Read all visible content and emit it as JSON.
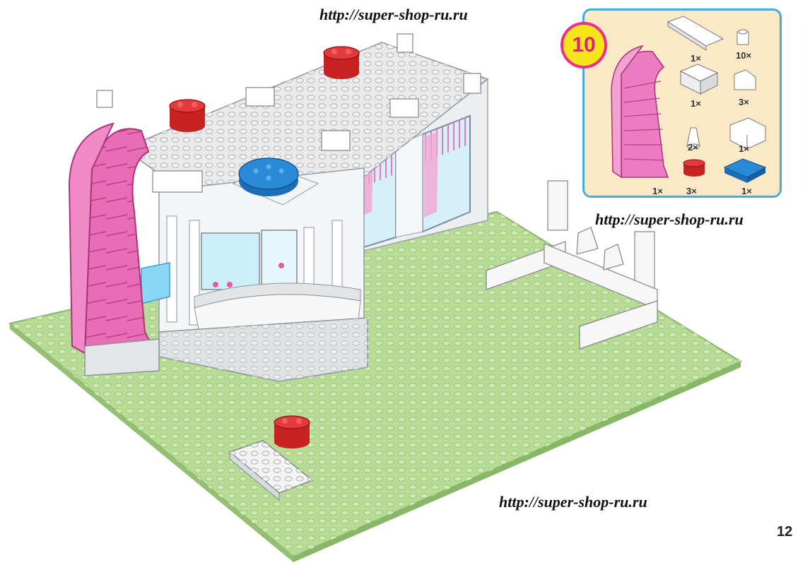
{
  "watermarks": {
    "top": "http://super-shop-ru.ru",
    "middle": "http://super-shop-ru.ru",
    "bottom": "http://super-shop-ru.ru"
  },
  "page_number": "12",
  "parts_panel": {
    "step_number": "10",
    "parts": [
      {
        "name": "white-plate-2x6",
        "quantity": "1×"
      },
      {
        "name": "white-brick-1x1",
        "quantity": "10×"
      },
      {
        "name": "white-brick-1x2",
        "quantity": "1×"
      },
      {
        "name": "white-slope-1x1",
        "quantity": "3×"
      },
      {
        "name": "white-cone-1x1",
        "quantity": "2×"
      },
      {
        "name": "white-corner-brick",
        "quantity": "1×"
      },
      {
        "name": "pink-spiral-staircase",
        "quantity": "1×"
      },
      {
        "name": "red-round-brick-2x2",
        "quantity": "3×"
      },
      {
        "name": "blue-round-plate-4x4",
        "quantity": "1×"
      }
    ]
  },
  "colors": {
    "baseplate": "#b8dc96",
    "stair_pink": "#e86cb6",
    "red_brick": "#d92b2b",
    "blue_plate": "#1f7fd1",
    "panel_border": "#4aa9dd",
    "panel_background": "#fbe8c6",
    "badge_yellow": "#f5e61a"
  }
}
